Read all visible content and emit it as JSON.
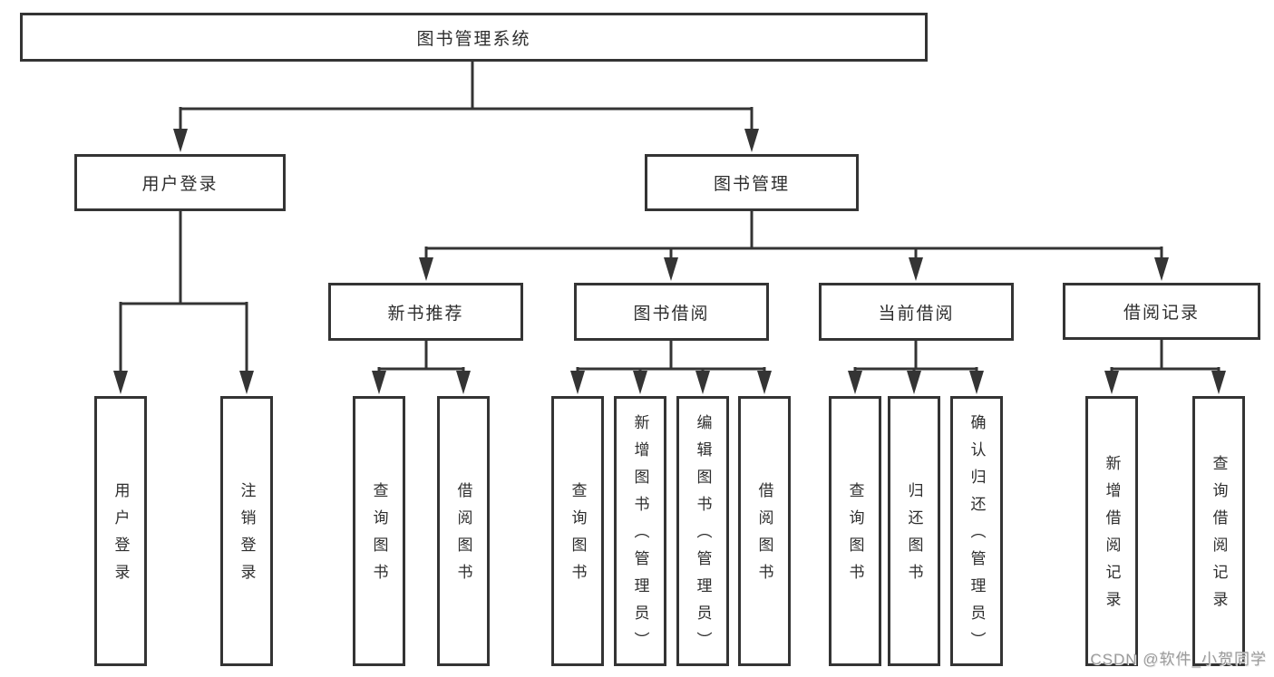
{
  "diagram": {
    "type": "tree",
    "nodes": {
      "root": "图书管理系统",
      "user_login": "用户登录",
      "book_mgmt": "图书管理",
      "new_book_rec": "新书推荐",
      "book_borrow": "图书借阅",
      "current_borrow": "当前借阅",
      "borrow_record": "借阅记录",
      "leaf_user_login": "用户登录",
      "leaf_logout": "注销登录",
      "leaf_query_book_rec": "查询图书",
      "leaf_borrow_book_rec": "借阅图书",
      "leaf_query_book_borrow": "查询图书",
      "leaf_add_book": "新增图书（管理员）",
      "leaf_edit_book": "编辑图书（管理员）",
      "leaf_borrow_book": "借阅图书",
      "leaf_query_book_cur": "查询图书",
      "leaf_return_book": "归还图书",
      "leaf_confirm_return": "确认归还（管理员）",
      "leaf_add_record": "新增借阅记录",
      "leaf_query_record": "查询借阅记录"
    },
    "edges": [
      {
        "from": "root",
        "to": [
          "user_login",
          "book_mgmt"
        ]
      },
      {
        "from": "user_login",
        "to": [
          "leaf_user_login",
          "leaf_logout"
        ]
      },
      {
        "from": "book_mgmt",
        "to": [
          "new_book_rec",
          "book_borrow",
          "current_borrow",
          "borrow_record"
        ]
      },
      {
        "from": "new_book_rec",
        "to": [
          "leaf_query_book_rec",
          "leaf_borrow_book_rec"
        ]
      },
      {
        "from": "book_borrow",
        "to": [
          "leaf_query_book_borrow",
          "leaf_add_book",
          "leaf_edit_book",
          "leaf_borrow_book"
        ]
      },
      {
        "from": "current_borrow",
        "to": [
          "leaf_query_book_cur",
          "leaf_return_book",
          "leaf_confirm_return"
        ]
      },
      {
        "from": "borrow_record",
        "to": [
          "leaf_add_record",
          "leaf_query_record"
        ]
      }
    ]
  },
  "watermark": "CSDN @软件_小贺同学",
  "colors": {
    "line": "#343434",
    "text": "#2e2e2e",
    "watermark_text": "#9b9b9b",
    "background": "#ffffff"
  }
}
